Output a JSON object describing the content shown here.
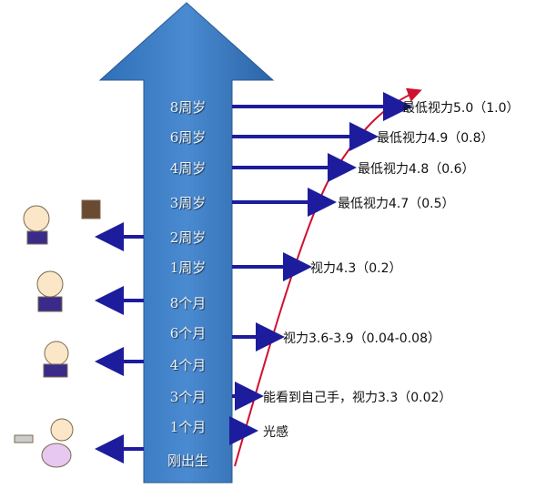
{
  "ages": [
    "8周岁",
    "6周岁",
    "4周岁",
    "3周岁",
    "2周岁",
    "1周岁",
    "8个月",
    "6个月",
    "4个月",
    "3个月",
    "1个月",
    "刚出生"
  ],
  "milestones": [
    {
      "age": "8周岁",
      "text": "最低视力5.0（1.0）"
    },
    {
      "age": "6周岁",
      "text": "最低视力4.9（0.8）"
    },
    {
      "age": "4周岁",
      "text": "最低视力4.8（0.6）"
    },
    {
      "age": "3周岁",
      "text": "最低视力4.7（0.5）"
    },
    {
      "age": "1周岁",
      "text": "视力4.3（0.2）"
    },
    {
      "age": "6个月",
      "text": "视力3.6-3.9（0.04-0.08）"
    },
    {
      "age": "3个月",
      "text": "能看到自己手，视力3.3（0.02）"
    },
    {
      "age": "1个月",
      "text": "光感"
    }
  ],
  "colors": {
    "arrow": "#3f7fc4",
    "pointer": "#1c1c9c",
    "curve": "#d01030"
  }
}
